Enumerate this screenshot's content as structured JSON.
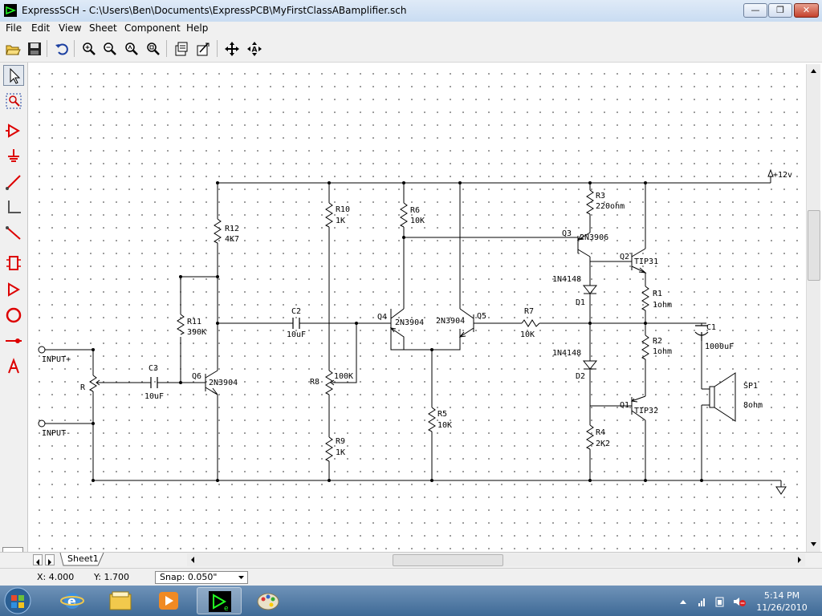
{
  "window": {
    "title": "ExpressSCH - C:\\Users\\Ben\\Documents\\ExpressPCB\\MyFirstClassABamplifier.sch",
    "controls": [
      "minimize",
      "maximize",
      "close"
    ]
  },
  "menu": [
    "File",
    "Edit",
    "View",
    "Sheet",
    "Component",
    "Help"
  ],
  "toolbar": {
    "icons": [
      "open-icon",
      "save-icon",
      "undo-icon",
      "zoom-in-icon",
      "zoom-out-icon",
      "zoom-previous-icon",
      "zoom-fit-icon",
      "sheet-properties-icon",
      "component-properties-icon",
      "move-icon",
      "rotate-label-icon"
    ]
  },
  "palette": {
    "tools": [
      "select-pointer-icon",
      "zoom-area-icon",
      "place-component-icon",
      "ground-icon",
      "wire-icon",
      "bend-wire-icon",
      "diagonal-wire-icon",
      "component-box-icon",
      "port-icon",
      "circle-icon",
      "node-icon",
      "text-icon"
    ],
    "bottom_tool": "wire-tool-icon"
  },
  "schematic": {
    "labels": {
      "vcc": "+12v",
      "input_plus": "INPUT+",
      "input_minus": "INPUT-",
      "r": "R",
      "c3": "C3",
      "c3_val": "10uF",
      "q6": "Q6",
      "q6_type": "2N3904",
      "r12": "R12",
      "r12_val": "4K7",
      "r11": "R11",
      "r11_val": "390K",
      "c2": "C2",
      "c2_val": "10uF",
      "r10": "R10",
      "r10_val": "1K",
      "r8": "R8",
      "r8_val": "100K",
      "r9": "R9",
      "r9_val": "1K",
      "r6": "R6",
      "r6_val": "10K",
      "q4": "Q4",
      "q4_type": "2N3904",
      "q5": "Q5",
      "q5_type": "2N3904",
      "r5": "R5",
      "r5_val": "10K",
      "r7": "R7",
      "r7_val": "10K",
      "r3": "R3",
      "r3_val": "220ohm",
      "q3": "Q3",
      "q3_type": "2N3906",
      "q2": "Q2",
      "q2_type": "TIP31",
      "d1_type": "1N4148",
      "d1": "D1",
      "d2_type": "1N4148",
      "d2": "D2",
      "r1": "R1",
      "r1_val": "1ohm",
      "r2": "R2",
      "r2_val": "1ohm",
      "q1": "Q1",
      "q1_type": "TIP32",
      "r4": "R4",
      "r4_val": "2K2",
      "c1": "C1",
      "c1_val": "1000uF",
      "sp1": "SP1",
      "sp1_val": "8ohm"
    }
  },
  "sheet_tab": "Sheet1",
  "status": {
    "x": "X: 4.000",
    "y": "Y: 1.700",
    "snap": "Snap:  0.050\""
  },
  "taskbar": {
    "apps": [
      "internet-explorer-icon",
      "file-explorer-icon",
      "media-player-icon",
      "expresssch-icon",
      "paint-icon"
    ],
    "time": "5:14 PM",
    "date": "11/26/2010"
  }
}
